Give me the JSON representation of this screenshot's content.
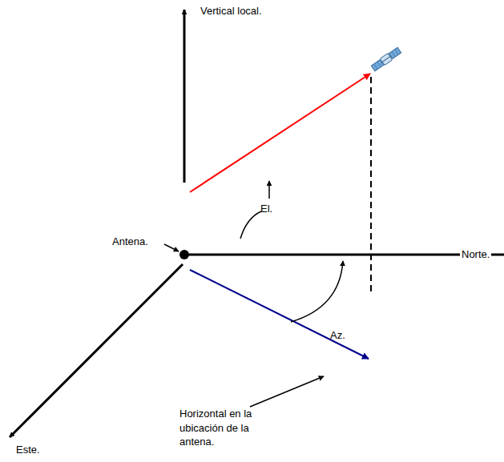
{
  "diagram": {
    "labels": [
      "Vertical local.",
      "Antena.",
      "El.",
      "Norte.",
      "Az.",
      "Este.",
      "Horizontal en la ubicación de la antena."
    ]
  }
}
